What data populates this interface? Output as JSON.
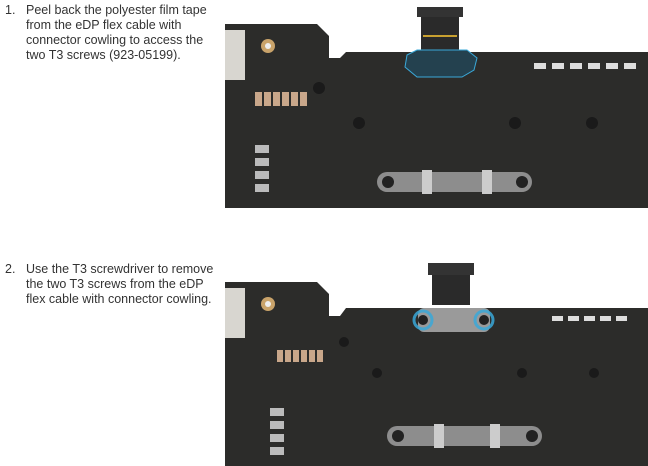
{
  "steps": [
    {
      "number": "1.",
      "text": "Peel back the polyester film tape from the eDP flex cable with connector cowling to access the two T3 screws (923-05199)."
    },
    {
      "number": "2.",
      "text": "Use the T3 screwdriver to remove the two T3 screws from the eDP flex cable with connector cowling."
    }
  ],
  "colors": {
    "board": "#2b2b29",
    "highlight": "#3aa8d8",
    "tape": "#24414f"
  }
}
